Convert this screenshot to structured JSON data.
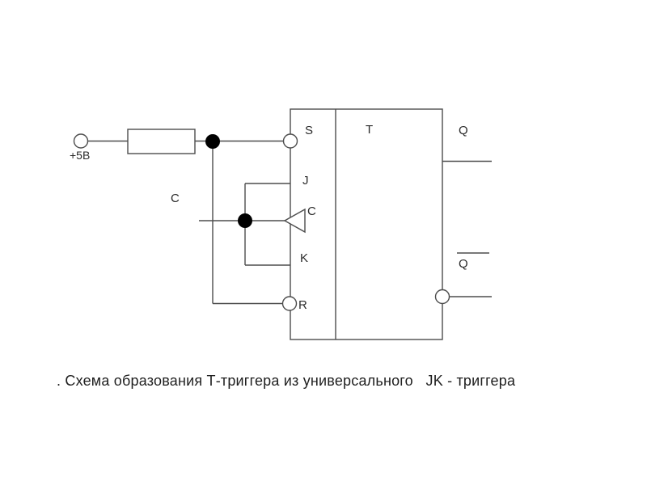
{
  "schematic": {
    "supply_label": "+5В",
    "clock_line_label": "C",
    "block": {
      "type_label": "T",
      "pin_s": "S",
      "pin_j": "J",
      "pin_c": "C",
      "pin_k": "K",
      "pin_r": "R",
      "out_q": "Q",
      "out_q_inv": "Q"
    },
    "colors": {
      "line": "#4d4d4d",
      "junction_dot": "#000000",
      "background": "#ffffff"
    }
  },
  "caption": ". Схема образования Т-триггера из универсального   JK - триггера"
}
